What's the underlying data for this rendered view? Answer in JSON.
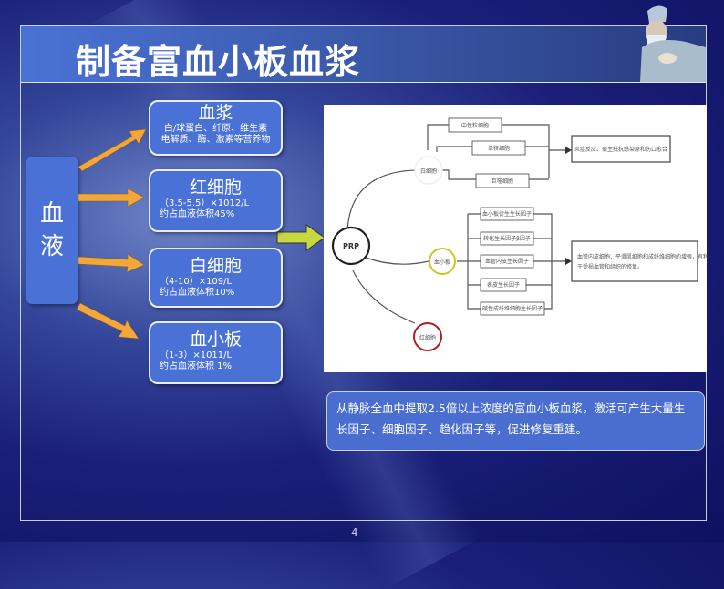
{
  "title": "制备富血小板血浆",
  "blood": {
    "c1": "血",
    "c2": "液"
  },
  "components": [
    {
      "name": "血浆",
      "line1": "白/球蛋白、纤原、维生素",
      "line2": "电解质、酶、激素等营养物"
    },
    {
      "name": "红细胞",
      "line1": "（3.5-5.5）×1012/L",
      "line2": "约占血液体积45%"
    },
    {
      "name": "白细胞",
      "line1": "（4-10）×109/L",
      "line2": "约占血液体积10%"
    },
    {
      "name": "血小板",
      "line1": "（1-3）×1011/L",
      "line2": "约占血液体积 1%"
    }
  ],
  "diagram": {
    "center": "PRP",
    "wbc": "白细胞",
    "plt": "血小板",
    "rbc": "红细胞",
    "wbc_items": [
      "中性粒细胞",
      "单核细胞",
      "巨噬细胞"
    ],
    "wbc_result": "炎症反应、宿主抵抗感染原和伤口愈合",
    "plt_items": [
      "血小板衍生生长因子",
      "转化生长因子β因子",
      "血管内皮生长因子",
      "表皮生长因子",
      "碱性成纤维细胞生长因子"
    ],
    "plt_result1": "血管内皮细胞、平滑肌细胞和成纤维细胞的增殖，有利",
    "plt_result2": "于受损血管和组织的修复。"
  },
  "note": "从静脉全血中提取2.5倍以上浓度的富血小板血浆，激活可产生大量生长因子、细胞因子、趋化因子等，促进修复重建。",
  "page": "4"
}
